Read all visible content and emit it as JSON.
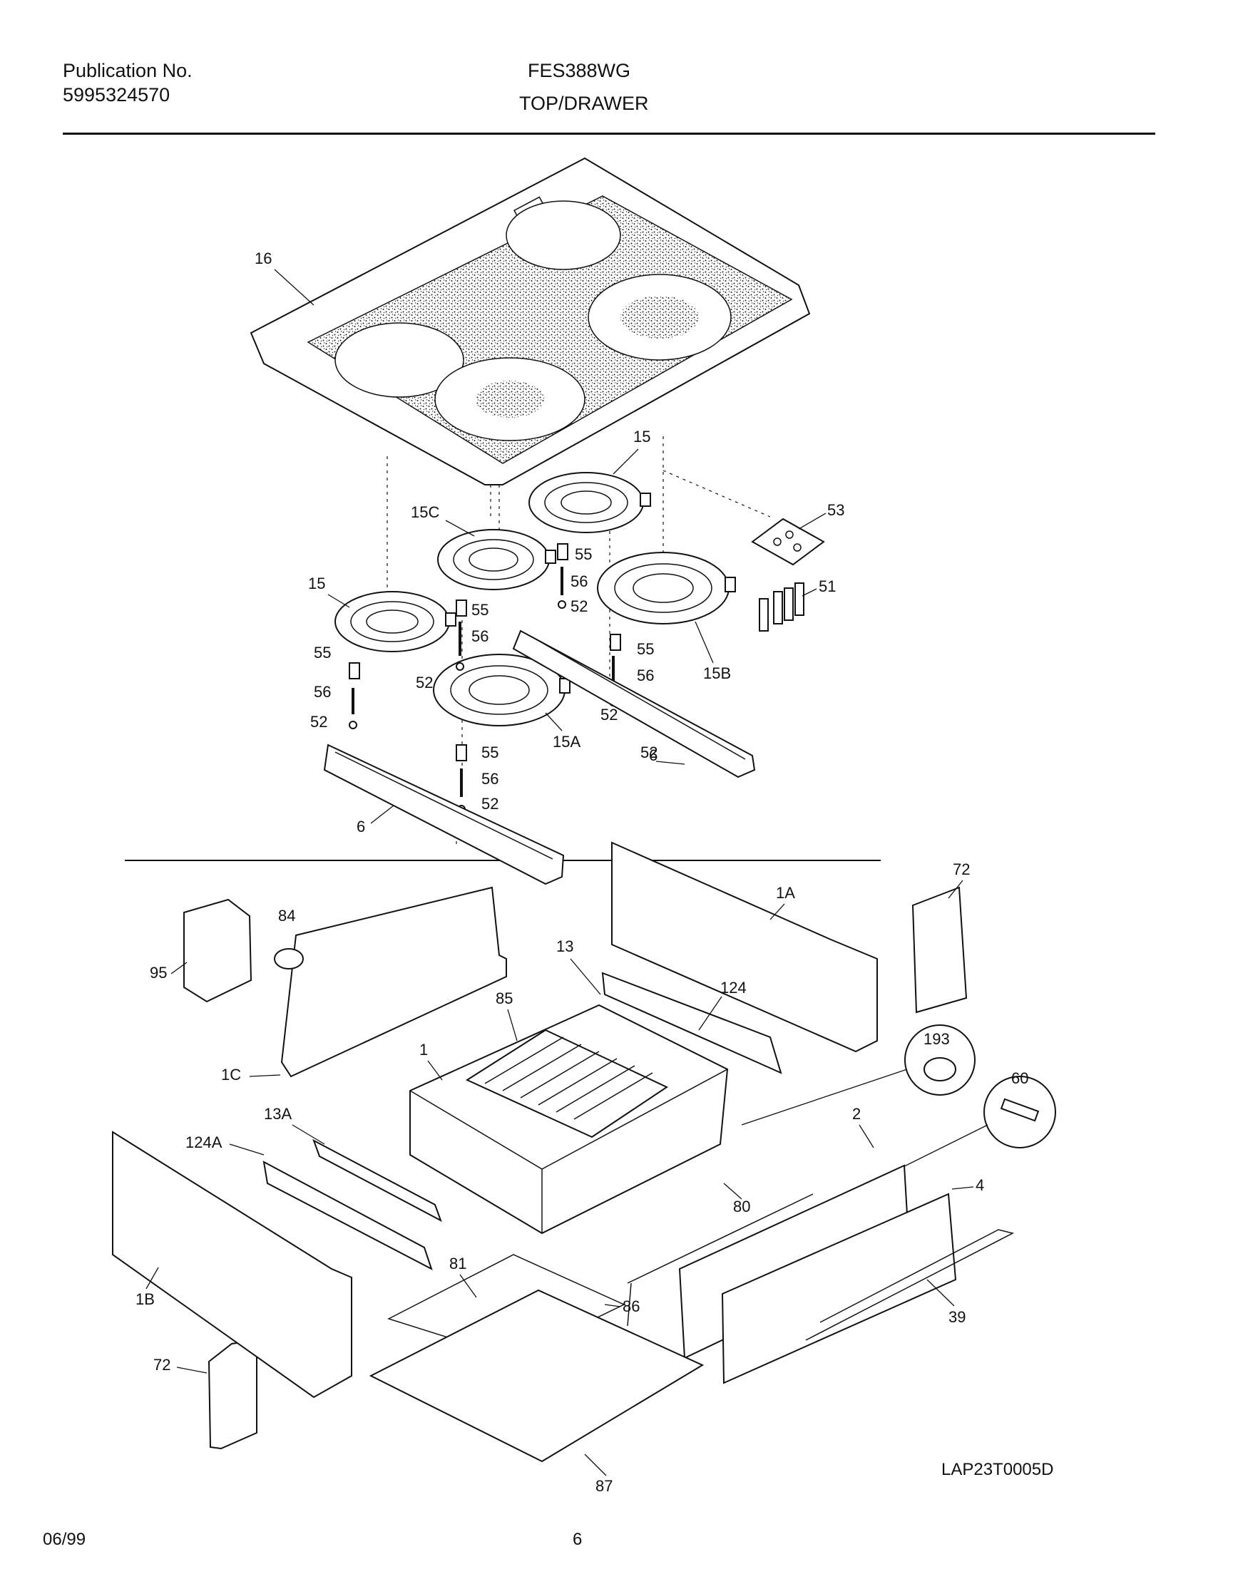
{
  "header": {
    "publication_label": "Publication No.",
    "publication_number": "5995324570",
    "model": "FES388WG",
    "section": "TOP/DRAWER"
  },
  "footer": {
    "drawing_code": "LAP23T0005D",
    "date": "06/99",
    "page_number": "6"
  },
  "callouts": [
    "16",
    "15",
    "15C",
    "55",
    "56",
    "52",
    "53",
    "51",
    "15",
    "55",
    "56",
    "55",
    "15B",
    "55",
    "56",
    "52",
    "52",
    "56",
    "52",
    "15A",
    "52",
    "6",
    "55",
    "56",
    "52",
    "6",
    "72",
    "1A",
    "84",
    "95",
    "13",
    "124",
    "85",
    "193",
    "60",
    "1C",
    "1",
    "13A",
    "2",
    "124A",
    "4",
    "80",
    "81",
    "86",
    "39",
    "1B",
    "72",
    "87"
  ]
}
